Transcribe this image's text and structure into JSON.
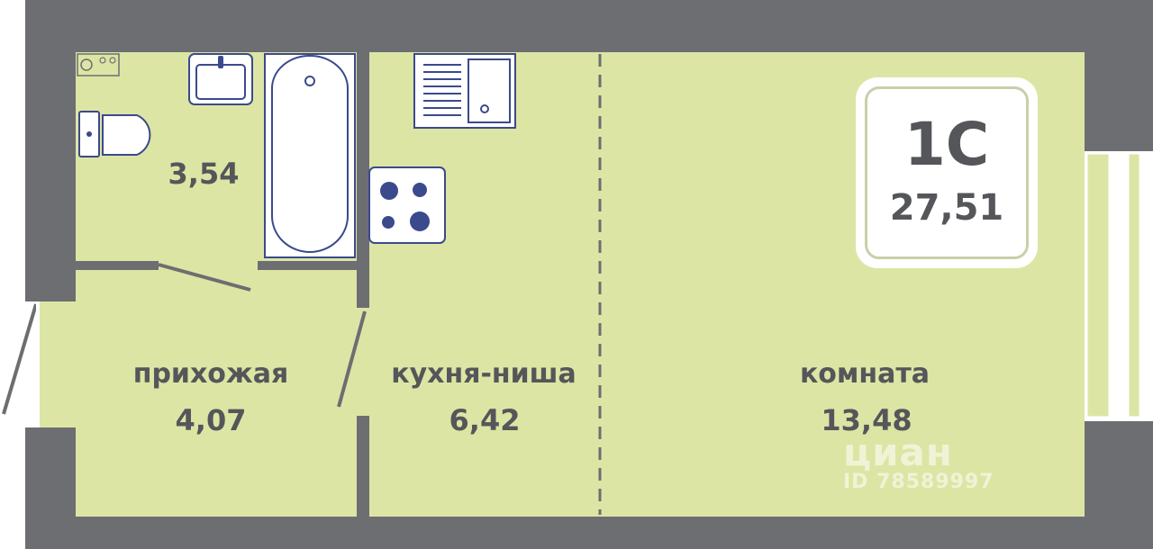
{
  "plan": {
    "colors": {
      "wall": "#6d6e71",
      "floor": "#dde5a4",
      "fixture": "#ffffff",
      "outline": "#3b4a8c",
      "text": "#55565a"
    },
    "rooms": [
      {
        "name": "",
        "area": "3,54"
      },
      {
        "name": "прихожая",
        "area": "4,07"
      },
      {
        "name": "кухня-ниша",
        "area": "6,42"
      },
      {
        "name": "комната",
        "area": "13,48"
      }
    ],
    "badge": {
      "type": "1С",
      "total_area": "27,51"
    },
    "watermark": {
      "brand": "циан",
      "listing_id": "ID 78589997"
    }
  }
}
